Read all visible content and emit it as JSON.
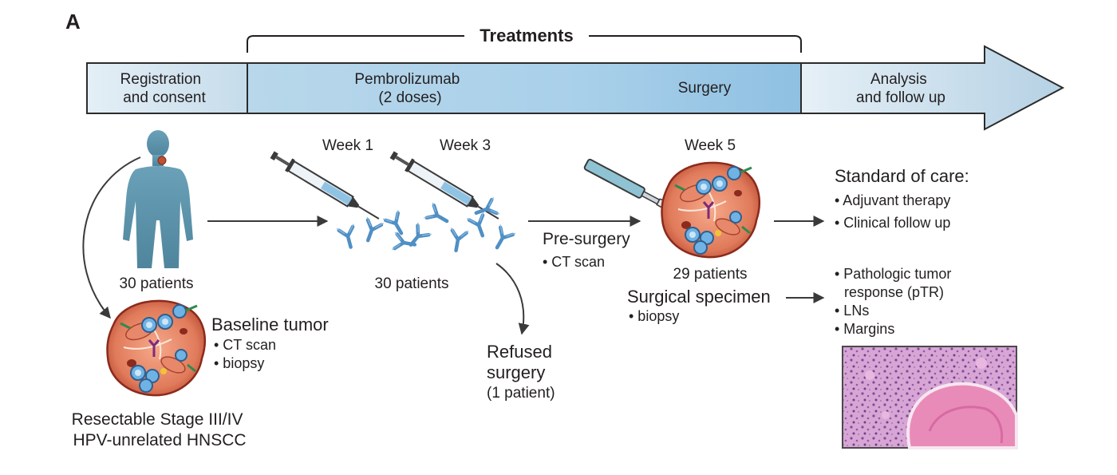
{
  "panel_letter": "A",
  "treatments_label": "Treatments",
  "timeline": {
    "registration": [
      "Registration",
      "and consent"
    ],
    "pembrolizumab": [
      "Pembrolizumab",
      "(2 doses)"
    ],
    "surgery": "Surgery",
    "analysis": [
      "Analysis",
      "and follow up"
    ]
  },
  "weeks": {
    "week1": "Week 1",
    "week3": "Week 3",
    "week5": "Week 5"
  },
  "patients": {
    "enrolled": "30 patients",
    "treated": "30 patients",
    "surgical": "29 patients"
  },
  "baseline": {
    "title": "Baseline tumor",
    "items": [
      "• CT scan",
      "• biopsy"
    ]
  },
  "cohort": [
    "Resectable Stage III/IV",
    "HPV-unrelated HNSCC"
  ],
  "presurgery": {
    "title": "Pre-surgery",
    "items": [
      "• CT scan"
    ]
  },
  "refused": [
    "Refused",
    "surgery",
    "(1 patient)"
  ],
  "specimen": {
    "title": "Surgical specimen",
    "items": [
      "• biopsy"
    ]
  },
  "standard_of_care": {
    "title": "Standard of care:",
    "items": [
      "• Adjuvant therapy",
      "• Clinical follow up"
    ]
  },
  "pathology": {
    "items": [
      "• Pathologic tumor",
      "response (pTR)",
      "• LNs",
      "• Margins"
    ]
  },
  "colors": {
    "bar_light": "#cfe3ef",
    "bar_mid": "#9fcbe6",
    "human": "#5a90a8",
    "antibody": "#4f8fc4",
    "tumor": "#c0502f",
    "arrow": "#3a3a3a"
  }
}
